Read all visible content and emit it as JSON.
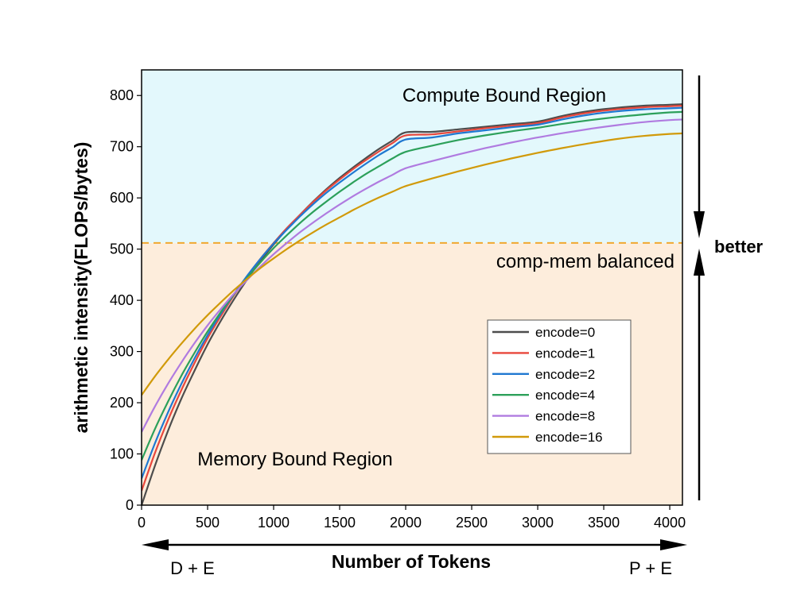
{
  "chart_data": {
    "type": "line",
    "xlabel": "Number of Tokens",
    "ylabel": "arithmetic intensity(FLOPs/bytes)",
    "xlim": [
      0,
      4096
    ],
    "ylim": [
      0,
      850
    ],
    "x_ticks": [
      "0",
      "500",
      "1000",
      "1500",
      "2000",
      "2500",
      "3000",
      "3500",
      "4000"
    ],
    "y_ticks": [
      "0",
      "100",
      "200",
      "300",
      "400",
      "500",
      "600",
      "700",
      "800"
    ],
    "x_tick_values": [
      0,
      500,
      1000,
      1500,
      2000,
      2500,
      3000,
      3500,
      4000
    ],
    "y_tick_values": [
      0,
      100,
      200,
      300,
      400,
      500,
      600,
      700,
      800
    ],
    "grid": false,
    "legend_position": "lower-right",
    "x": [
      0,
      100,
      200,
      300,
      400,
      500,
      600,
      700,
      800,
      900,
      1000,
      1100,
      1200,
      1300,
      1400,
      1500,
      1600,
      1700,
      1800,
      1900,
      2000,
      2200,
      2400,
      2600,
      2800,
      3000,
      3200,
      3400,
      3600,
      3800,
      4000,
      4096
    ],
    "series": [
      {
        "name": "encode=0",
        "color": "#4d4d4d",
        "values": [
          0,
          76,
          145,
          207,
          262,
          314,
          360,
          402,
          441,
          477,
          509,
          539,
          567,
          593,
          617,
          639,
          659,
          678,
          696,
          712,
          728,
          729,
          734,
          739,
          744,
          749,
          761,
          770,
          776,
          780,
          782,
          783
        ]
      },
      {
        "name": "encode=1",
        "color": "#e8473c",
        "values": [
          28,
          101,
          166,
          224,
          277,
          326,
          369,
          410,
          447,
          481,
          512,
          541,
          567,
          592,
          615,
          636,
          656,
          674,
          691,
          707,
          722,
          724,
          730,
          736,
          741,
          746,
          758,
          767,
          773,
          777,
          779,
          780
        ]
      },
      {
        "name": "encode=2",
        "color": "#1f78d1",
        "values": [
          52,
          120,
          181,
          236,
          286,
          332,
          374,
          412,
          448,
          481,
          511,
          538,
          564,
          588,
          610,
          630,
          649,
          667,
          684,
          699,
          714,
          718,
          726,
          732,
          738,
          743,
          754,
          763,
          769,
          773,
          775,
          776
        ]
      },
      {
        "name": "encode=4",
        "color": "#2ca05a",
        "values": [
          88,
          148,
          202,
          252,
          297,
          339,
          377,
          412,
          444,
          474,
          502,
          527,
          551,
          573,
          593,
          612,
          630,
          647,
          662,
          677,
          690,
          702,
          713,
          722,
          730,
          737,
          745,
          752,
          758,
          763,
          767,
          768
        ]
      },
      {
        "name": "encode=8",
        "color": "#b07be0",
        "values": [
          143,
          192,
          237,
          278,
          316,
          351,
          383,
          413,
          440,
          466,
          490,
          512,
          533,
          552,
          570,
          587,
          603,
          618,
          632,
          645,
          658,
          672,
          685,
          697,
          708,
          718,
          727,
          735,
          742,
          748,
          752,
          753
        ]
      },
      {
        "name": "encode=16",
        "color": "#d19a0a",
        "values": [
          215,
          251,
          284,
          315,
          344,
          371,
          396,
          420,
          442,
          463,
          482,
          500,
          517,
          533,
          548,
          562,
          576,
          589,
          601,
          612,
          623,
          638,
          652,
          665,
          677,
          688,
          698,
          707,
          715,
          721,
          725,
          726
        ]
      }
    ],
    "reference_line": {
      "y": 512,
      "label": "comp-mem balanced",
      "color": "#f0a830",
      "style": "dashed"
    },
    "regions": [
      {
        "label": "Compute Bound Region",
        "color": "#e3f8fc"
      },
      {
        "label": "Memory Bound Region",
        "color": "#fdeddc"
      }
    ],
    "annotations": {
      "left_arrow_label": "D + E",
      "right_arrow_label": "P + E",
      "better_label": "better"
    }
  }
}
